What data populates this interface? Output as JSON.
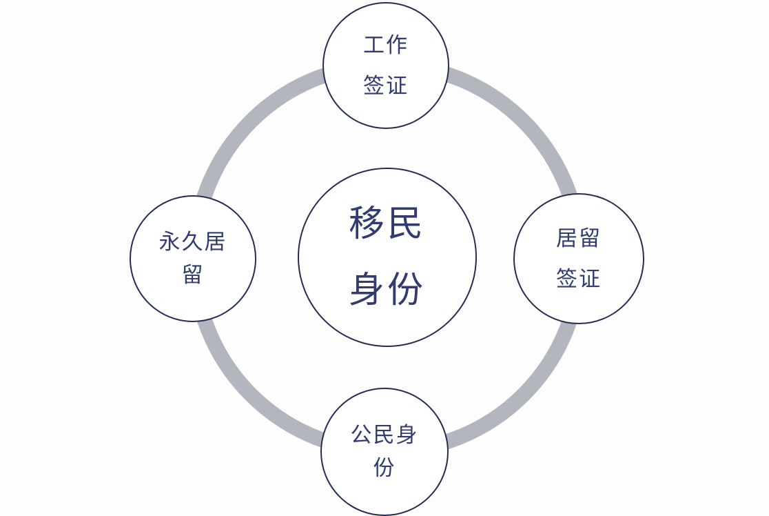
{
  "diagram": {
    "title": "移民身份",
    "center": {
      "label": "移民身份",
      "lines": [
        "移民",
        "身份"
      ]
    },
    "nodes": [
      {
        "position": "top",
        "label": "工作签证",
        "lines": [
          "工作",
          "签证"
        ]
      },
      {
        "position": "right",
        "label": "居留签证",
        "lines": [
          "居留",
          "签证"
        ]
      },
      {
        "position": "bottom",
        "label": "公民身份",
        "lines": [
          "公民身",
          "份"
        ]
      },
      {
        "position": "left",
        "label": "永久居留",
        "lines": [
          "永久居",
          "留"
        ]
      }
    ],
    "colors": {
      "ring": "#b3b6be",
      "circle_border": "#232d52",
      "text": "#313c6e",
      "background": "#fdfdfe"
    }
  }
}
